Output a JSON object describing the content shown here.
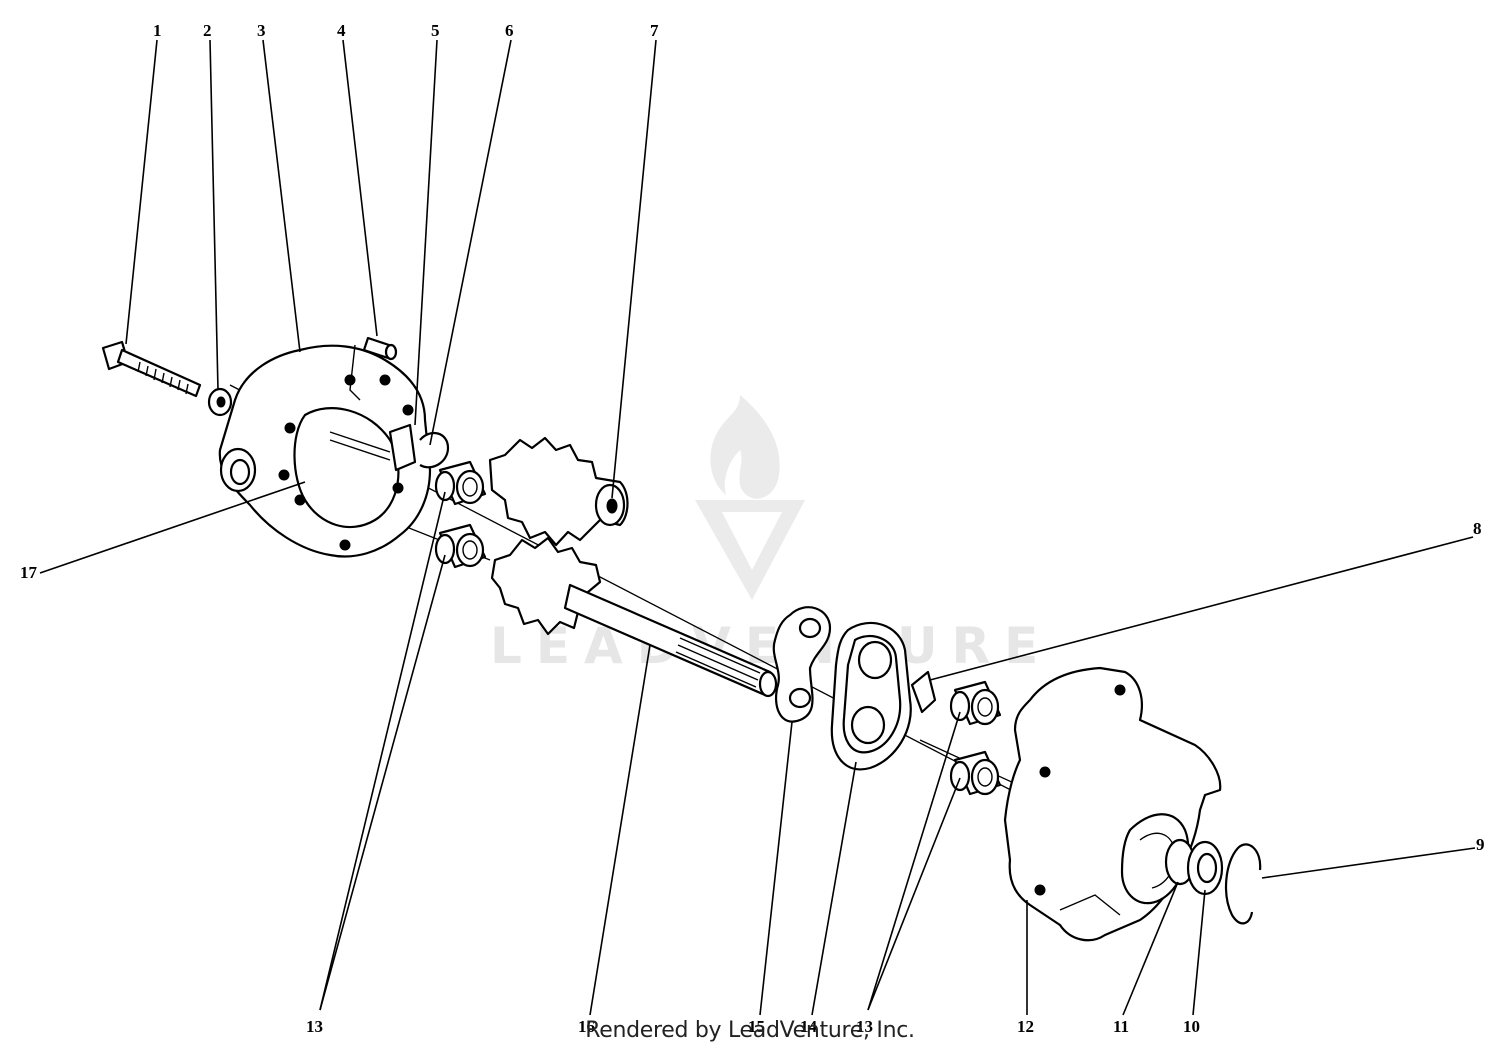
{
  "diagram": {
    "callouts": {
      "c1": "1",
      "c2": "2",
      "c3": "3",
      "c4": "4",
      "c5": "5",
      "c6": "6",
      "c7": "7",
      "c8": "8",
      "c9": "9",
      "c10": "10",
      "c11": "11",
      "c12": "12",
      "c13a": "13",
      "c13b": "13",
      "c14": "14",
      "c15": "15",
      "c16": "16",
      "c17": "17"
    },
    "watermark": "LEADVENTURE"
  },
  "footer": {
    "credit": "Rendered by LeadVenture, Inc."
  }
}
